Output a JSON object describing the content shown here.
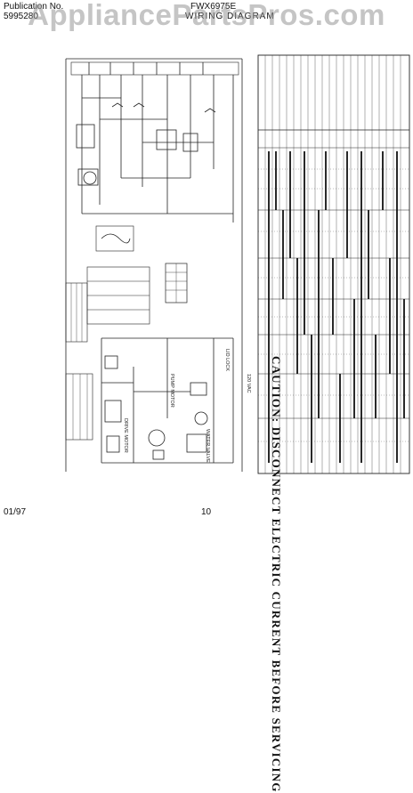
{
  "header": {
    "publication_label": "Publication No.",
    "publication_number": "5995280",
    "model": "FWX6975E",
    "diagram_title": "WIRING DIAGRAM"
  },
  "watermark": "AppliancePartsPros.com",
  "caution": "CAUTION: DISCONNECT ELECTRIC CURRENT BEFORE SERVICING",
  "labels": {
    "line_voltage": "120 VAC",
    "pump_motor": "PUMP MOTOR",
    "drive_motor": "DRIVE MOTOR",
    "lid_lock": "LID LOCK",
    "water_valve": "WATER VALVE"
  },
  "footer": {
    "date": "01/97",
    "page": "10"
  }
}
